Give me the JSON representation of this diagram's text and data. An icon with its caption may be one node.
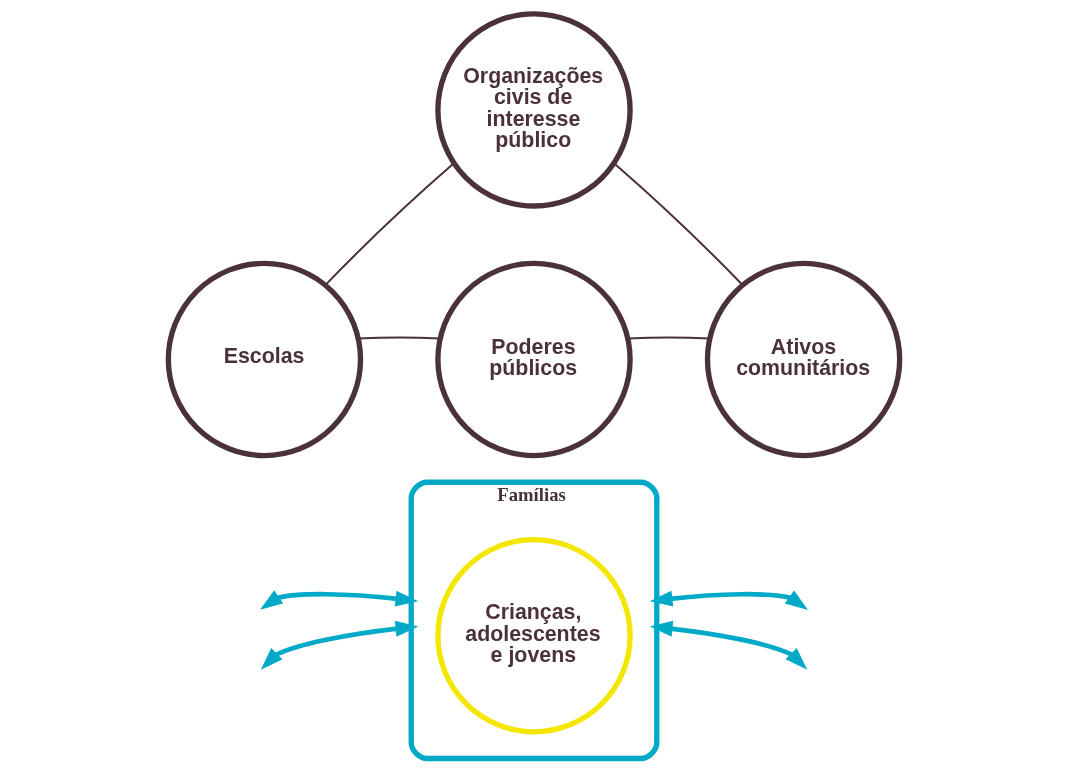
{
  "diagram": {
    "nodes": [
      {
        "text": [
          "Organizações civis de interesse público"
        ]
      },
      {
        "text": [
          "Escolas"
        ]
      },
      {
        "text": [
          "Famílias"
        ]
      },
      {
        "text": [
          "Crianças, adolescentes e jovens"
        ],
        "in": 2
      },
      {
        "text": [
          "Ativos comunitários"
        ]
      },
      {
        "text": [
          "Poderes públicos"
        ]
      }
    ],
    "edges": [
      {
        "from": 0,
        "to": 4,
        "arrow": "none"
      },
      {
        "from": 4,
        "to": 5,
        "arrow": "none"
      },
      {
        "from": 5,
        "to": 1,
        "arrow": "none"
      },
      {
        "from": 1,
        "to": 0,
        "arrow": "none"
      },
      {
        "from": null,
        "to": 2,
        "arrow": "both",
        "color": "#00a9c7",
        "style": "thick"
      },
      {
        "from": null,
        "to": 2,
        "arrow": "both",
        "color": "#00a9c7",
        "style": "thick"
      },
      {
        "from": null,
        "to": 2,
        "arrow": "both",
        "color": "#00a9c7",
        "style": "thick"
      },
      {
        "from": null,
        "to": 2,
        "arrow": "both",
        "color": "#00a9c7",
        "style": "thick"
      }
    ]
  }
}
